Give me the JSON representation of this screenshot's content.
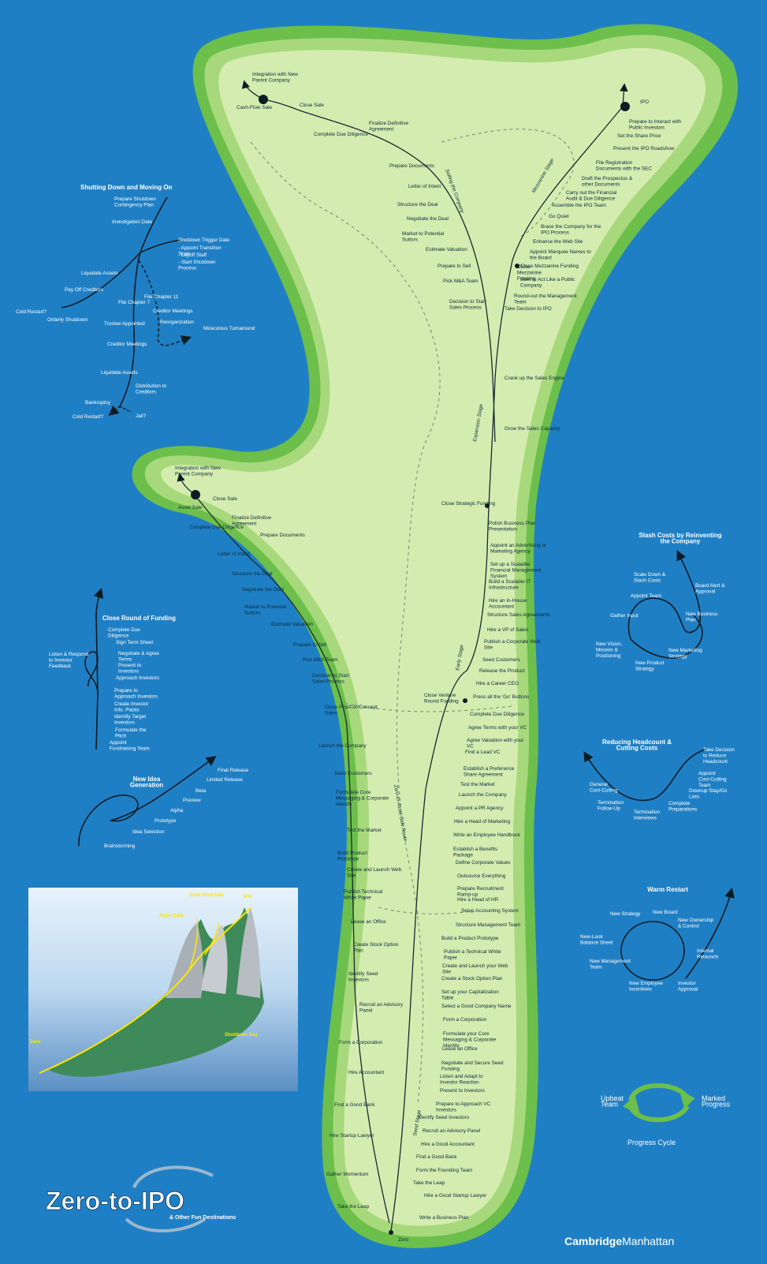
{
  "title": "Zero-to-IPO",
  "subtitle": "& Other Fun Destinations",
  "brand": "CambridgeManhattan",
  "brand_parts": [
    "Cambridge",
    "Manhattan"
  ],
  "colors": {
    "ocean": "#1f7fc4",
    "island_outer": "#6cbf4a",
    "island_mid": "#a7d97c",
    "island_inner": "#d5ecb0",
    "route": "#1a2a30",
    "cycle": "#6cbf4a"
  },
  "icons": [
    "arrow-icon",
    "milestone-dot-icon",
    "cycle-arrows-icon"
  ],
  "inset": {
    "labels": [
      "Asset Sale",
      "Cash Flow Sale",
      "IPO",
      "Zero",
      "Shutdown Bay"
    ]
  },
  "main_route": [
    "Write a Business Plan",
    "Hire a Good Startup Lawyer",
    "Take the Leap",
    "Form the Founding Team",
    "Find a Good Bank",
    "Hire a Good Accountant",
    "Recruit an Advisory Panel",
    "Identify Seed Investors",
    "Prepare to Approach VC Investors",
    "Present to Investors",
    "Listen and Adapt to Investor Reaction",
    "Negotiate and Secure Seed Funding",
    "Lease an Office",
    "Formulate your Core Messaging & Corporate Identity",
    "Form a Corporation",
    "Select a Good Company Name",
    "Set up your Capitalization Table",
    "Create a Stock Option Plan",
    "Create and Launch your Web Site",
    "Publish a Technical White Paper",
    "Build a Product Prototype",
    "Structure Management Team",
    "Setup Accounting System",
    "Hire a Head of HR",
    "Prepare Recruitment Ramp-up",
    "Outsource Everything",
    "Define Corporate Values",
    "Establish a Benefits Package",
    "Write an Employee Handbook",
    "Hire a Head of Marketing",
    "Appoint a PR Agency",
    "Launch the Company",
    "Test the Market",
    "Establish a Preference Share Agreement",
    "Find a Lead VC",
    "Agree Valuation with your VC",
    "Agree Terms with your VC",
    "Complete Due Diligence",
    "Press all the 'Go' Buttons",
    "Hire a Career CEO",
    "Release the Product",
    "Seed Customers",
    "Publish a Corporate Web Site",
    "Hire a VP of Sales",
    "Structure Sales Agreements",
    "Hire an In-House Accountant",
    "Build a Scalable IT Infrastructure",
    "Set up a Scalable Financial Management System",
    "Appoint an Advertising or Marketing Agency",
    "Polish Business Plan Presentation",
    "Close Strategic Funding",
    "Grow the Sales Capacity",
    "Crank up the Sales Engine",
    "Take Decision to IPO",
    "Round-out the Management Team",
    "Start to Act Like a Public Company",
    "Close Mezzanine Funding",
    "Appoint Marquee Names to the Board",
    "Enhance the Web Site",
    "Brace the Company for the IPO Process",
    "Go Quiet",
    "Assemble the IPO Team",
    "Carry out the Financial Audit & Due Diligence",
    "Draft the Prospectus & other Documents",
    "File Registration Documents with the SEC",
    "Present the IPO Roadshow",
    "Set the Share Price",
    "Prepare to Interact with Public Investors",
    "IPO"
  ],
  "zero_to_asset_route": [
    "Take the Leap",
    "Gather Momentum",
    "Hire Startup Lawyer",
    "Find a Good Bank",
    "Hire Accountant",
    "Form a Corporation",
    "Recruit an Advisory Panel",
    "Identify Seed Investors",
    "Create Stock Option Plan",
    "Lease an Office",
    "Publish Technical White Paper",
    "Create and Launch Web Site",
    "Build Product Prototype",
    "Test the Market",
    "Formulate Core Messaging & Corporate Identity",
    "Seed Customers",
    "Launch the Company",
    "Close Proof-of-Concept Sales",
    "Decision to Start Sales Process",
    "Pick M&A Team",
    "Prepare to Sell",
    "Estimate Valuation",
    "Market to Potential Suitors",
    "Negotiate the Deal",
    "Structure the Deal",
    "Letter of Intent",
    "Prepare Documents",
    "Complete Due Diligence",
    "Finalize Definitive Agreement",
    "Close Sale",
    "Integration with New Parent Company",
    "Asset Sale"
  ],
  "cashflow_route": [
    "Take Decision to IPO",
    "Decision to Start Sales Process",
    "Pick M&A Team",
    "Prepare to Sell",
    "Estimate Valuation",
    "Market to Potential Suitors",
    "Negotiate the Deal",
    "Structure the Deal",
    "Letter of Intent",
    "Prepare Documents",
    "Finalize Definitive Agreement",
    "Complete Due Diligence",
    "Close Sale",
    "Integration with New Parent Company",
    "Cash-Flow Sale"
  ],
  "milestones": [
    "Zero",
    "Close Venture Round Funding",
    "Close Strategic Funding",
    "Close Mezzanine Funding",
    "IPO",
    "Cash-Flow Sale",
    "Asset Sale"
  ],
  "stages": [
    "Seed Stage",
    "Early Stage",
    "Expansion Stage",
    "Mezzanine Stage",
    "Selling the Company",
    "Zero-to-Asset-Sale Route"
  ],
  "shutdown": {
    "heading": "Shutting Down and Moving On",
    "labels": [
      "Prepare Shutdown Contingency Plan",
      "Investigation Date",
      "Shutdown Trigger Date",
      "- Appoint Transition Team",
      "- Layoff Staff",
      "- Start Shutdown Process",
      "Liquidate Assets",
      "Pay Off Creditors",
      "File Chapter 7",
      "File Chapter 11",
      "Creditor Meetings",
      "Reorganization",
      "Miraculous Turnaround",
      "Cold Restart?",
      "Orderly Shutdown",
      "Trustee Appointed",
      "Creditor Meetings",
      "Liquidate Assets",
      "Distribution to Creditors",
      "Bankruptcy",
      "Cold Restart?",
      "Jail?"
    ]
  },
  "funding": {
    "heading": "Close Round of Funding",
    "labels": [
      "Complete Due Diligence",
      "Sign Term Sheet",
      "Negotiate & Agree Terms",
      "Present to Investors",
      "Approach Investors",
      "Prepare to Approach Investors",
      "Create Investor Info. Packs",
      "Identify Target Investors",
      "Formulate the Pitch",
      "Appoint Fundraising Team",
      "Listen & Respond to Investor Feedback"
    ]
  },
  "idea": {
    "heading": "New Idea Generation",
    "labels": [
      "Final Release",
      "Limited Release",
      "Beta",
      "Preview",
      "Alpha",
      "Prototype",
      "Idea Selection",
      "Brainstorming"
    ]
  },
  "slash": {
    "heading": "Slash Costs by Reinventing the Company",
    "labels": [
      "Scale Down & Slash Costs",
      "Board Alert & Approval",
      "Appoint Team",
      "Gather Input",
      "New Business Plan",
      "New Vision, Mission & Positioning",
      "New Product Strategy",
      "New Marketing Strategy"
    ]
  },
  "headcount": {
    "heading": "Reducing Headcount & Cutting Costs",
    "labels": [
      "Take Decision to Reduce Headcount",
      "Appoint Cost-Cutting Team",
      "Downup Stay/Go Lists",
      "Complete Preparations",
      "Termination Interviews",
      "Termination Follow-Up",
      "General Cost-Cutting"
    ]
  },
  "restart": {
    "heading": "Warm Restart",
    "labels": [
      "New Strategy",
      "New Board",
      "New Ownership & Control",
      "New-Look Balance Sheet",
      "Internal Relaunch",
      "New Management Team",
      "New Employee Incentives",
      "Investor Approval"
    ]
  },
  "cycle": {
    "left": "Upbeat Team",
    "right": "Marked Progress",
    "bottom": "Progress Cycle"
  }
}
